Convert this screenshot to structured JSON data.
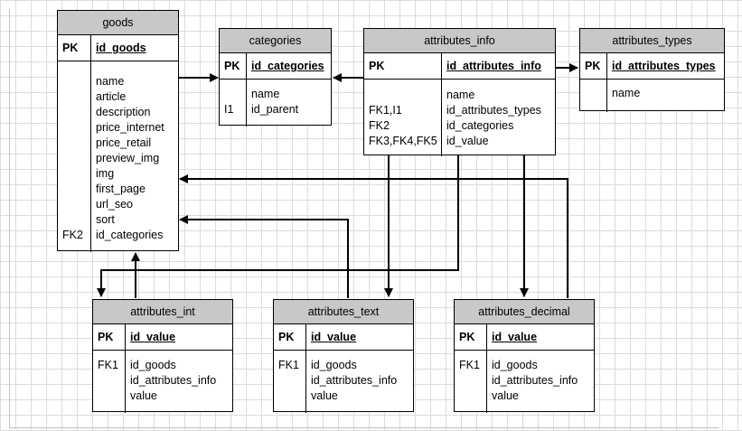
{
  "entities": {
    "goods": {
      "title": "goods",
      "pk_key": "PK",
      "pk_field": "id_goods",
      "fields": [
        "name",
        "article",
        "description",
        "price_internet",
        "price_retail",
        "preview_img",
        "img",
        "first_page",
        "url_seo",
        "sort",
        "id_categories"
      ],
      "field_keys": [
        "",
        "",
        "",
        "",
        "",
        "",
        "",
        "",
        "",
        "",
        "FK2"
      ]
    },
    "categories": {
      "title": "categories",
      "pk_key": "PK",
      "pk_field": "id_categories",
      "fields": [
        "name",
        "id_parent"
      ],
      "field_keys": [
        "",
        "I1"
      ]
    },
    "attributes_info": {
      "title": "attributes_info",
      "pk_key": "PK",
      "pk_field": "id_attributes_info",
      "fields": [
        "name",
        "id_attributes_types",
        "id_categories",
        "id_value"
      ],
      "field_keys": [
        "",
        "FK1,I1",
        "FK2",
        "FK3,FK4,FK5"
      ]
    },
    "attributes_types": {
      "title": "attributes_types",
      "pk_key": "PK",
      "pk_field": "id_attributes_types",
      "fields": [
        "name"
      ],
      "field_keys": [
        ""
      ]
    },
    "attributes_int": {
      "title": "attributes_int",
      "pk_key": "PK",
      "pk_field": "id_value",
      "fields": [
        "id_goods",
        "id_attributes_info",
        "value"
      ],
      "field_keys": [
        "FK1",
        "",
        ""
      ]
    },
    "attributes_text": {
      "title": "attributes_text",
      "pk_key": "PK",
      "pk_field": "id_value",
      "fields": [
        "id_goods",
        "id_attributes_info",
        "value"
      ],
      "field_keys": [
        "FK1",
        "",
        ""
      ]
    },
    "attributes_decimal": {
      "title": "attributes_decimal",
      "pk_key": "PK",
      "pk_field": "id_value",
      "fields": [
        "id_goods",
        "id_attributes_info",
        "value"
      ],
      "field_keys": [
        "FK1",
        "",
        ""
      ]
    }
  }
}
